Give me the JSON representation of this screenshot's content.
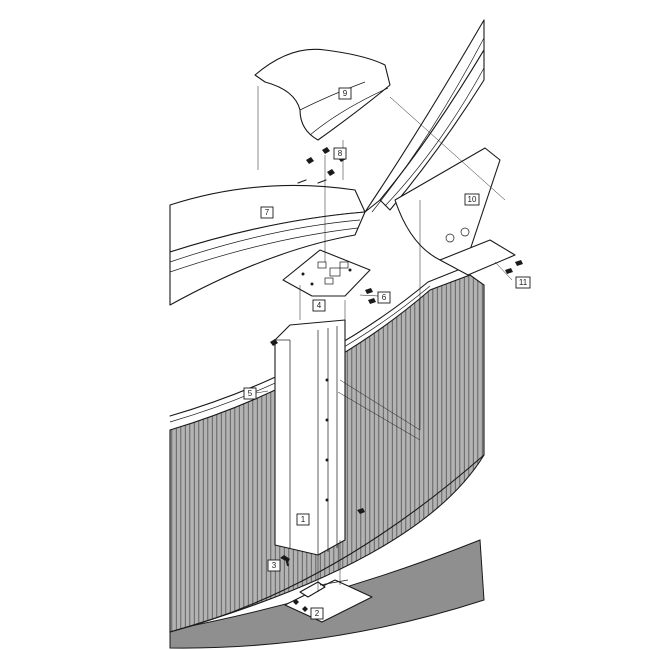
{
  "callouts": {
    "c1": "1",
    "c2": "2",
    "c3": "3",
    "c4": "4",
    "c5": "5",
    "c6": "6",
    "c7": "7",
    "c8": "8",
    "c9": "9",
    "c10": "10",
    "c11": "11"
  },
  "colors": {
    "line": "#1a1a1a",
    "wall_fill": "#b3b3b3",
    "ground_fill": "#8f8f8f",
    "part_fill": "#ffffff"
  }
}
